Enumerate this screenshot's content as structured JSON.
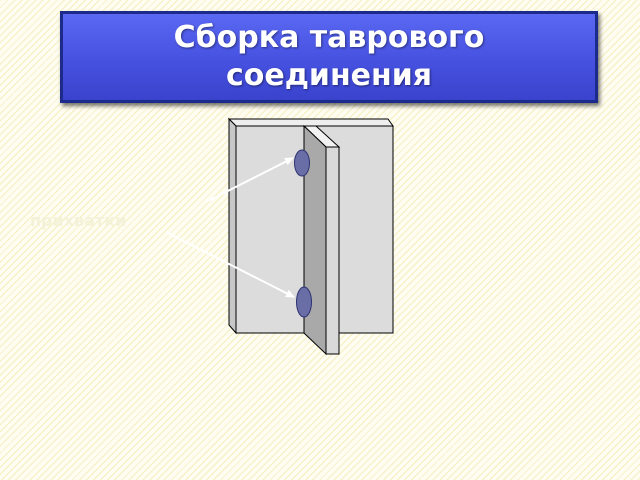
{
  "slide": {
    "title": "Сборка таврового\nсоединения",
    "side_label": "прихватки"
  },
  "diagram": {
    "parts": [
      "base-plate",
      "vertical-plate",
      "tack-weld-top",
      "tack-weld-bottom",
      "pointer-arrow-top",
      "pointer-arrow-bottom"
    ]
  },
  "colors": {
    "title_fill": "#4651e0",
    "title_border": "#1c2a8c",
    "title_text": "#ffffff",
    "plate_face": "#dcdcdc",
    "web_plate_face": "#a9a9a9",
    "tack_weld": "#6a6ea6",
    "arrow": "#ffffff",
    "background": "#fffdf2",
    "hatch": "#ece296"
  }
}
